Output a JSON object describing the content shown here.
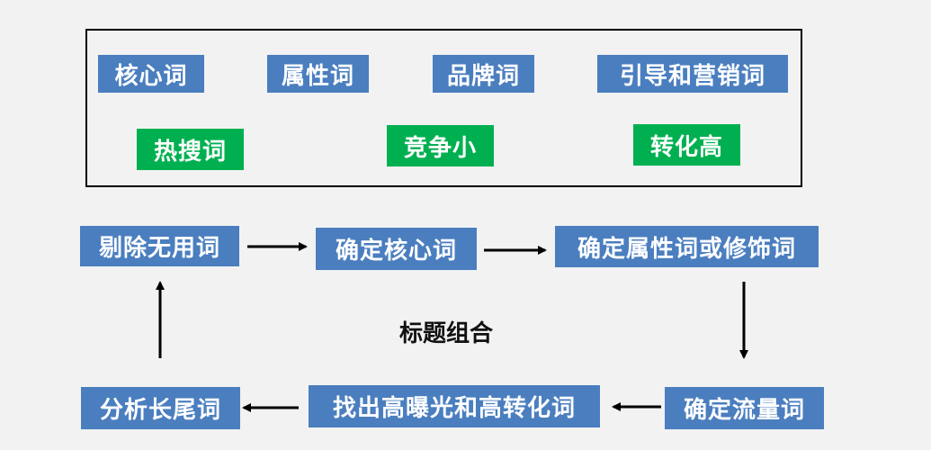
{
  "top_panel": {
    "row1": [
      "核心词",
      "属性词",
      "品牌词",
      "引导和营销词"
    ],
    "row2": [
      "热搜词",
      "竞争小",
      "转化高"
    ]
  },
  "flow": {
    "step1": "剔除无用词",
    "step2": "确定核心词",
    "step3": "确定属性词或修饰词",
    "step4": "确定流量词",
    "step5": "找出高曝光和高转化词",
    "step6": "分析长尾词"
  },
  "center_label": "标题组合",
  "colors": {
    "blue": "#4a7ebf",
    "green": "#00b050",
    "background": "#f2f2f2"
  }
}
